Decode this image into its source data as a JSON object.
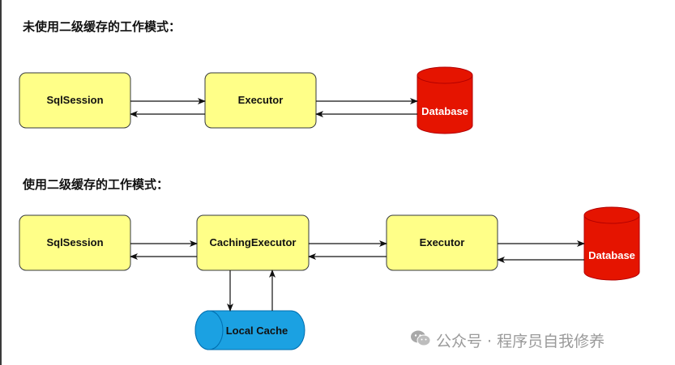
{
  "sections": {
    "without_cache": {
      "heading": "未使用二级缓存的工作模式：",
      "nodes": {
        "sqlsession": "SqlSession",
        "executor": "Executor",
        "database": "Database"
      }
    },
    "with_cache": {
      "heading": "使用二级缓存的工作模式：",
      "nodes": {
        "sqlsession": "SqlSession",
        "caching_executor": "CachingExecutor",
        "executor": "Executor",
        "database": "Database",
        "local_cache": "Local Cache"
      }
    }
  },
  "watermark": {
    "text": "公众号 · 程序员自我修养",
    "icon": "wechat-icon"
  },
  "colors": {
    "box_fill": "#ffff88",
    "box_stroke": "#36393d",
    "database_fill": "#e51400",
    "cache_fill": "#1ba1e2"
  }
}
